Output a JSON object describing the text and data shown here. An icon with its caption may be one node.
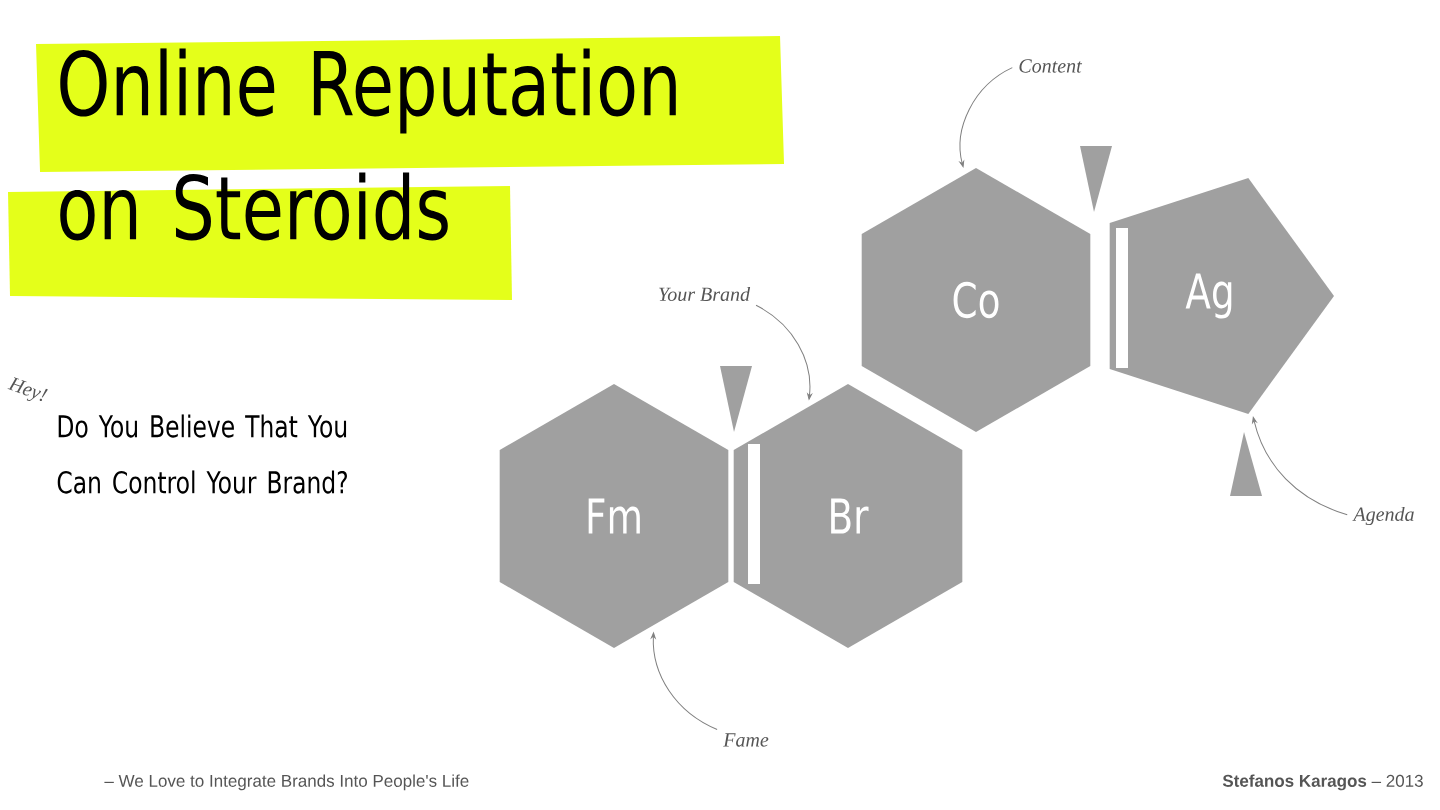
{
  "diagram": {
    "title": "Online Reputation on Steroids",
    "nodes": [
      {
        "text": [
          "Fm"
        ]
      },
      {
        "text": [
          "Br"
        ]
      },
      {
        "text": [
          "Co"
        ]
      },
      {
        "text": [
          "Ag"
        ]
      },
      {
        "text": [
          "Content"
        ]
      },
      {
        "text": [
          "Your Brand"
        ]
      },
      {
        "text": [
          "Agenda"
        ]
      },
      {
        "text": [
          "Fame"
        ]
      }
    ],
    "edges": [
      {
        "from": 4,
        "to": 2,
        "arrow": "to"
      },
      {
        "from": 5,
        "to": 1,
        "arrow": "to"
      },
      {
        "from": 6,
        "to": 3,
        "arrow": "to"
      },
      {
        "from": 7,
        "to": 0,
        "arrow": "to"
      }
    ],
    "labels": [
      "Hey!",
      "Do You Believe That You Can Control Your Brand?",
      "– We Love to Integrate Brands Into People's Life",
      "**Stefanos Karagos** – 2013"
    ]
  }
}
